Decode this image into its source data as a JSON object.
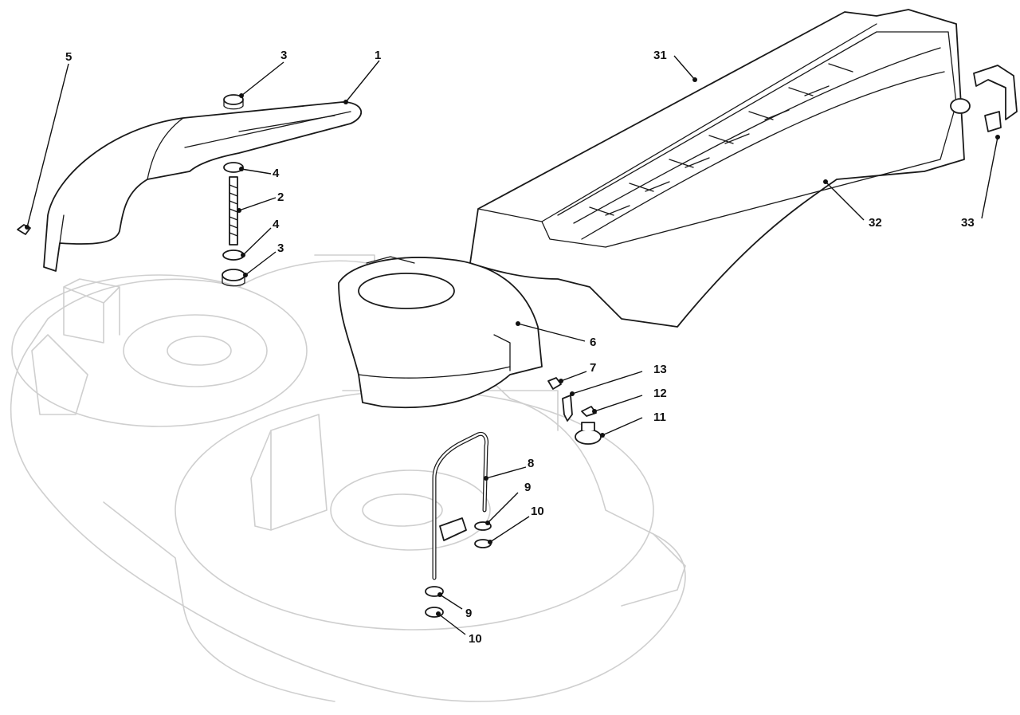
{
  "diagram": {
    "callouts": [
      {
        "id": "c1",
        "text": "1"
      },
      {
        "id": "c2",
        "text": "2"
      },
      {
        "id": "c3a",
        "text": "3"
      },
      {
        "id": "c3b",
        "text": "3"
      },
      {
        "id": "c4a",
        "text": "4"
      },
      {
        "id": "c4b",
        "text": "4"
      },
      {
        "id": "c5",
        "text": "5"
      },
      {
        "id": "c6",
        "text": "6"
      },
      {
        "id": "c7",
        "text": "7"
      },
      {
        "id": "c8",
        "text": "8"
      },
      {
        "id": "c9a",
        "text": "9"
      },
      {
        "id": "c9b",
        "text": "9"
      },
      {
        "id": "c10a",
        "text": "10"
      },
      {
        "id": "c10b",
        "text": "10"
      },
      {
        "id": "c11",
        "text": "11"
      },
      {
        "id": "c12",
        "text": "12"
      },
      {
        "id": "c13",
        "text": "13"
      },
      {
        "id": "c31",
        "text": "31"
      },
      {
        "id": "c32",
        "text": "32"
      },
      {
        "id": "c33",
        "text": "33"
      }
    ]
  }
}
